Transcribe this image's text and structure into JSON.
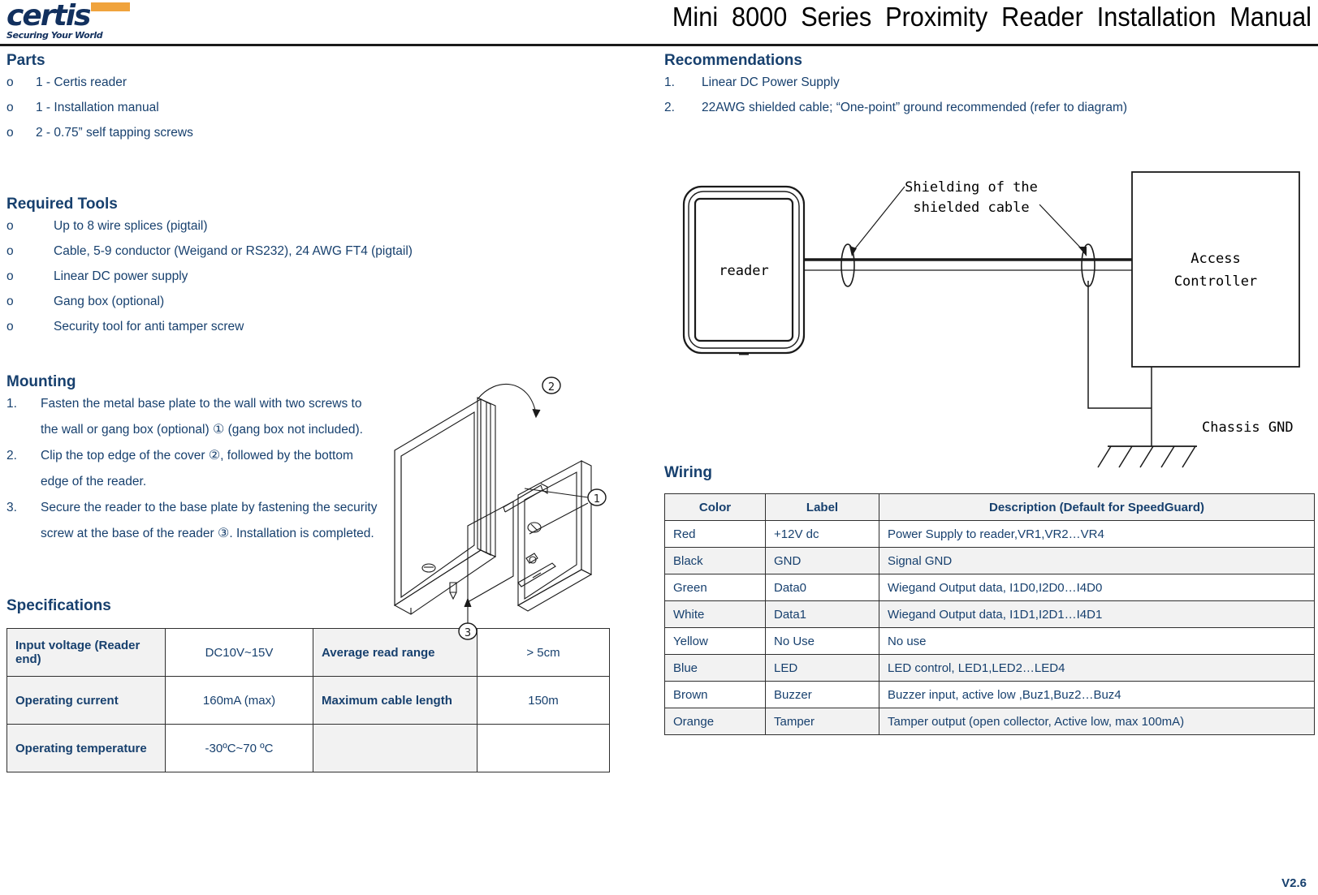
{
  "header": {
    "logo_word": "certis",
    "logo_tagline": "Securing Your World",
    "title": "Mini 8000 Series Proximity Reader Installation Manual",
    "brand_navy": "#12305E",
    "brand_orange": "#F0A33C"
  },
  "parts": {
    "heading": "Parts",
    "bullet": "o",
    "items": [
      "1 - Certis reader",
      "1 - Installation manual",
      "2 - 0.75” self tapping screws"
    ]
  },
  "required_tools": {
    "heading": "Required Tools",
    "bullet": "o",
    "items": [
      "Up to 8 wire splices (pigtail)",
      "Cable, 5-9 conductor (Weigand or RS232), 24 AWG FT4 (pigtail)",
      "Linear DC power supply",
      "Gang box (optional)",
      "Security tool for anti tamper screw"
    ]
  },
  "mounting": {
    "heading": "Mounting",
    "steps": [
      {
        "num": "1.",
        "text_before": "Fasten the metal base plate to the wall with two screws to the wall or gang box (optional) ",
        "callout": "①",
        "text_after": " (gang box not included)."
      },
      {
        "num": "2.",
        "text_before": "Clip the top edge of the cover ",
        "callout": "②",
        "text_after": ", followed by the bottom edge of the reader."
      },
      {
        "num": "3.",
        "text_before": "Secure the reader to the base plate by fastening the security screw at the base of the reader ",
        "callout": "③",
        "text_after": ". Installation is completed."
      }
    ],
    "drawing_callouts": [
      "①",
      "②",
      "③"
    ]
  },
  "specifications": {
    "heading": "Specifications",
    "rows": [
      {
        "label1": "Input voltage (Reader end)",
        "value1": "DC10V~15V",
        "label2": "Average read range",
        "value2": "> 5cm"
      },
      {
        "label1": "Operating current",
        "value1": "160mA (max)",
        "label2": "Maximum cable length",
        "value2": "150m"
      },
      {
        "label1": "Operating temperature",
        "value1": "-30ºC~70 ºC",
        "label2": "",
        "value2": ""
      }
    ]
  },
  "recommendations": {
    "heading": "Recommendations",
    "items": [
      {
        "num": "1.",
        "text": "Linear DC Power Supply"
      },
      {
        "num": "2.",
        "text": "22AWG shielded cable; “One-point” ground recommended (refer to diagram)"
      }
    ]
  },
  "wiring_diagram": {
    "reader_label": "reader",
    "controller_label_line1": "Access",
    "controller_label_line2": "Controller",
    "shield_label_line1": "Shielding of the",
    "shield_label_line2": "shielded cable",
    "ground_label": "Chassis GND"
  },
  "wiring": {
    "heading": "Wiring",
    "columns": [
      "Color",
      "Label",
      "Description (Default for SpeedGuard)"
    ],
    "rows": [
      {
        "color": "Red",
        "label": "+12V dc",
        "description": "Power Supply to reader,VR1,VR2…VR4"
      },
      {
        "color": "Black",
        "label": "GND",
        "description": "Signal GND"
      },
      {
        "color": "Green",
        "label": "Data0",
        "description": "Wiegand Output data, I1D0,I2D0…I4D0"
      },
      {
        "color": "White",
        "label": "Data1",
        "description": "Wiegand Output data, I1D1,I2D1…I4D1"
      },
      {
        "color": "Yellow",
        "label": "No Use",
        "description": "No use"
      },
      {
        "color": "Blue",
        "label": "LED",
        "description": "LED control, LED1,LED2…LED4"
      },
      {
        "color": "Brown",
        "label": "Buzzer",
        "description": "Buzzer input, active low ,Buz1,Buz2…Buz4"
      },
      {
        "color": "Orange",
        "label": "Tamper",
        "description": "Tamper output (open collector, Active low, max 100mA)"
      }
    ]
  },
  "footer": {
    "version": "V2.6"
  }
}
